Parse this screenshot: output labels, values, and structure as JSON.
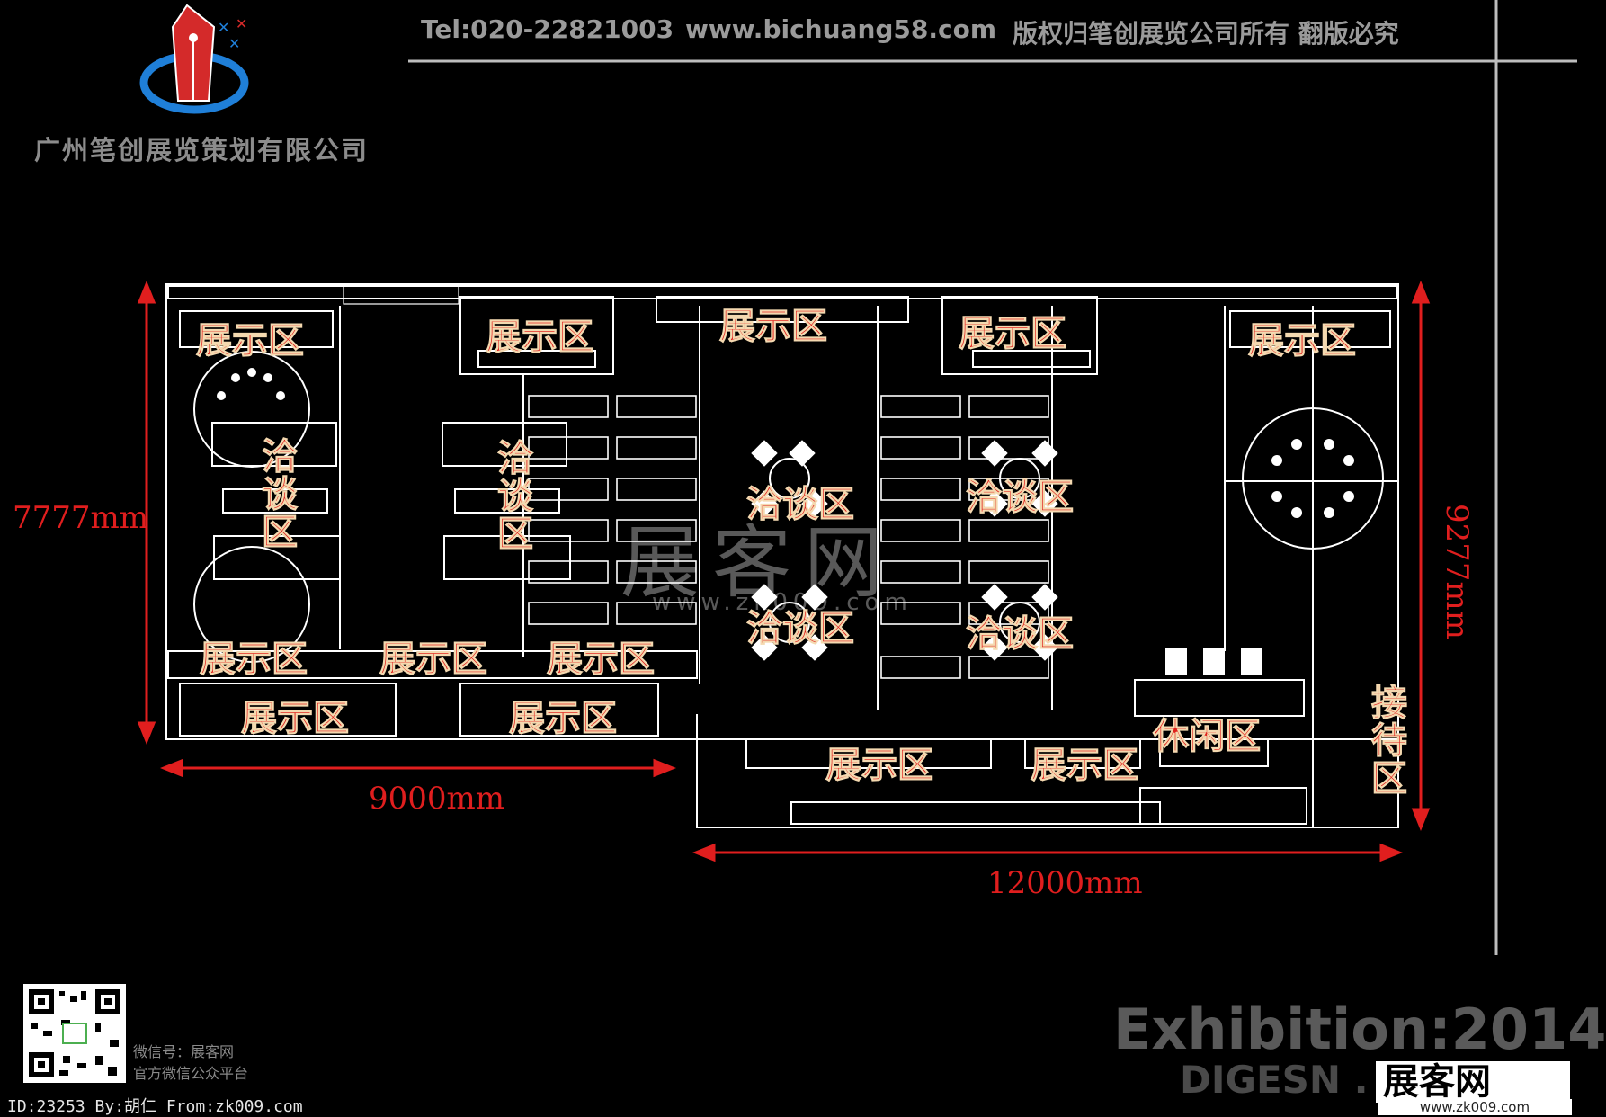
{
  "header": {
    "tel": "Tel:020-22821003",
    "website": "www.bichuang58.com",
    "copyright": "版权归笔创展览公司所有 翻版必究"
  },
  "company": {
    "name": "广州笔创展览策划有限公司",
    "logo_icon": "pen-nib-logo-icon"
  },
  "dimensions": {
    "left_height": "7777mm",
    "right_height": "9277mm",
    "left_width": "9000mm",
    "right_width": "12000mm"
  },
  "zones": {
    "display": "展示区",
    "negotiation": "洽谈区",
    "leisure": "休闲区",
    "reception": "接待区"
  },
  "watermark": {
    "brand": "展客网",
    "url": "www.zk009.com"
  },
  "footer": {
    "exhibition": "Exhibition:2014",
    "digesn": "DIGESN . J",
    "wechat_id": "微信号：展客网",
    "wechat_desc": "官方微信公众平台",
    "id_line": "ID:23253 By:胡仁 From:zk009.com",
    "brand": "展客网",
    "brand_url": "www.zk009.com"
  },
  "colors": {
    "dimension_red": "#e01e1e",
    "label_fill": "#e0211c",
    "label_outline": "#f4d9b0",
    "line_white": "#ffffff",
    "logo_red": "#d42a2a",
    "logo_blue": "#1f7fd8"
  }
}
